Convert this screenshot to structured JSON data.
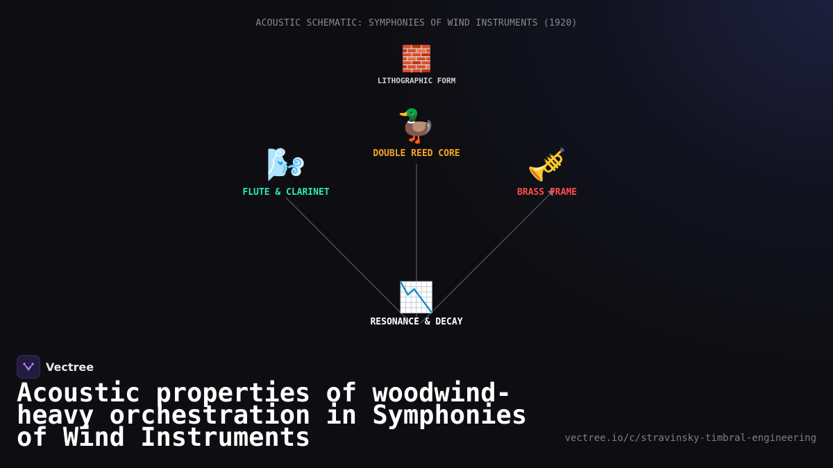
{
  "diagram": {
    "title": "ACOUSTIC SCHEMATIC: SYMPHONIES OF WIND INSTRUMENTS (1920)",
    "nodes": {
      "lithographic": {
        "icon": "🧱",
        "icon_name": "brick-icon",
        "label": "LITHOGRAPHIC FORM",
        "color": "#cfcfd4"
      },
      "reed": {
        "icon": "🦆",
        "icon_name": "duck-icon",
        "label": "DOUBLE REED CORE",
        "color": "#f5a623"
      },
      "flute": {
        "icon": "🌬️",
        "icon_name": "wind-face-icon",
        "label": "FLUTE & CLARINET",
        "color": "#2ee6b6"
      },
      "brass": {
        "icon": "🎺",
        "icon_name": "trumpet-icon",
        "label": "BRASS FRAME",
        "color": "#ff4d4d"
      },
      "resonance": {
        "icon": "📉",
        "icon_name": "chart-decreasing-icon",
        "label": "RESONANCE & DECAY",
        "color": "#ffffff"
      }
    },
    "edges": [
      {
        "from": "flute",
        "to": "resonance"
      },
      {
        "from": "reed",
        "to": "resonance"
      },
      {
        "from": "resonance",
        "to": "brass",
        "arrow": true
      }
    ]
  },
  "brand": {
    "name": "Vectree"
  },
  "headline": "Acoustic properties of woodwind-heavy orchestration in Symphonies of Wind Instruments",
  "link": "vectree.io/c/stravinsky-timbral-engineering"
}
